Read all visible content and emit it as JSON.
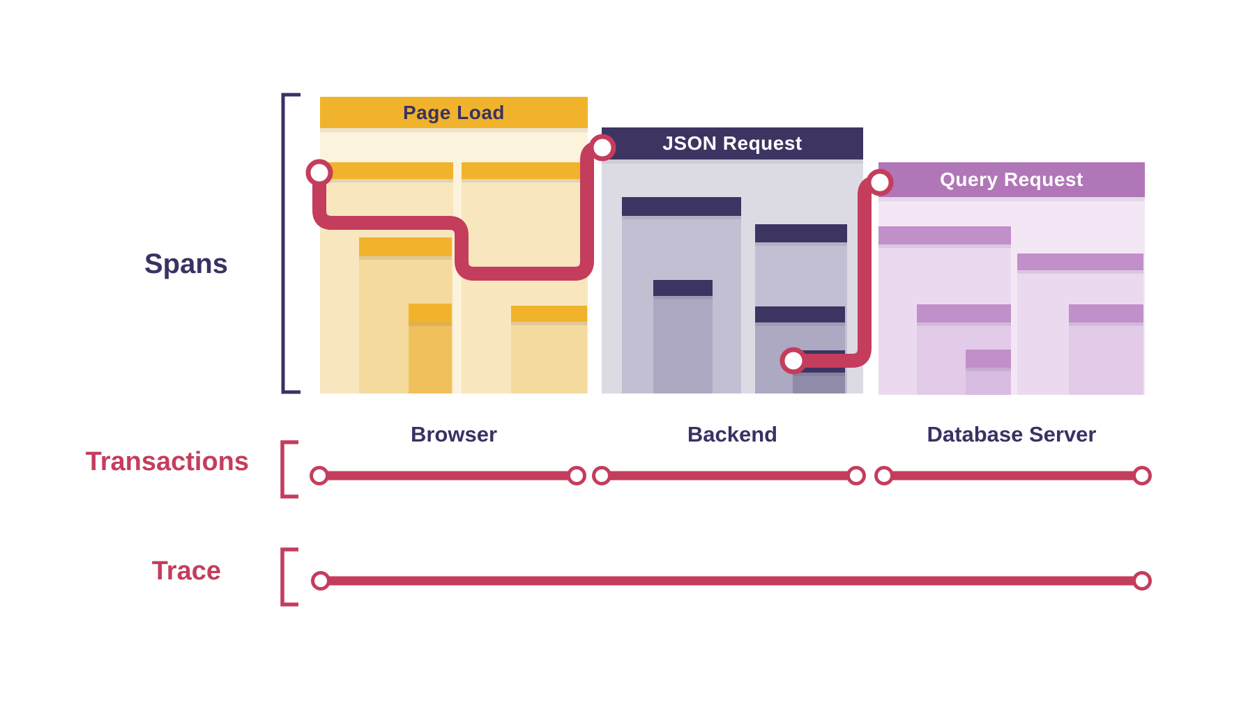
{
  "colors": {
    "accent": "#C43D5C",
    "navy": "#3A3163",
    "yellow_header": "#F0B32B",
    "yellow_panel": "#FCF3DC",
    "yellow_l2": "#F8E6BE",
    "yellow_l3": "#F5DA9E",
    "yellow_l4": "#F0C05C",
    "dark_header": "#3D3462",
    "gray_panel": "#DCDBE4",
    "gray_l2": "#C2BFD2",
    "gray_l3": "#ADA9C2",
    "gray_l4": "#8F8BA8",
    "purple_header": "#B176B8",
    "purple_subheader": "#C18FC9",
    "purple_panel": "#F3E7F5",
    "purple_l2": "#EBDAEF",
    "purple_l3": "#E2CBE8",
    "purple_l4": "#D9BCE1"
  },
  "row_labels": {
    "spans": "Spans",
    "transactions": "Transactions",
    "trace": "Trace"
  },
  "panels": [
    {
      "title": "Page Load",
      "service": "Browser"
    },
    {
      "title": "JSON Request",
      "service": "Backend"
    },
    {
      "title": "Query Request",
      "service": "Database Server"
    }
  ]
}
